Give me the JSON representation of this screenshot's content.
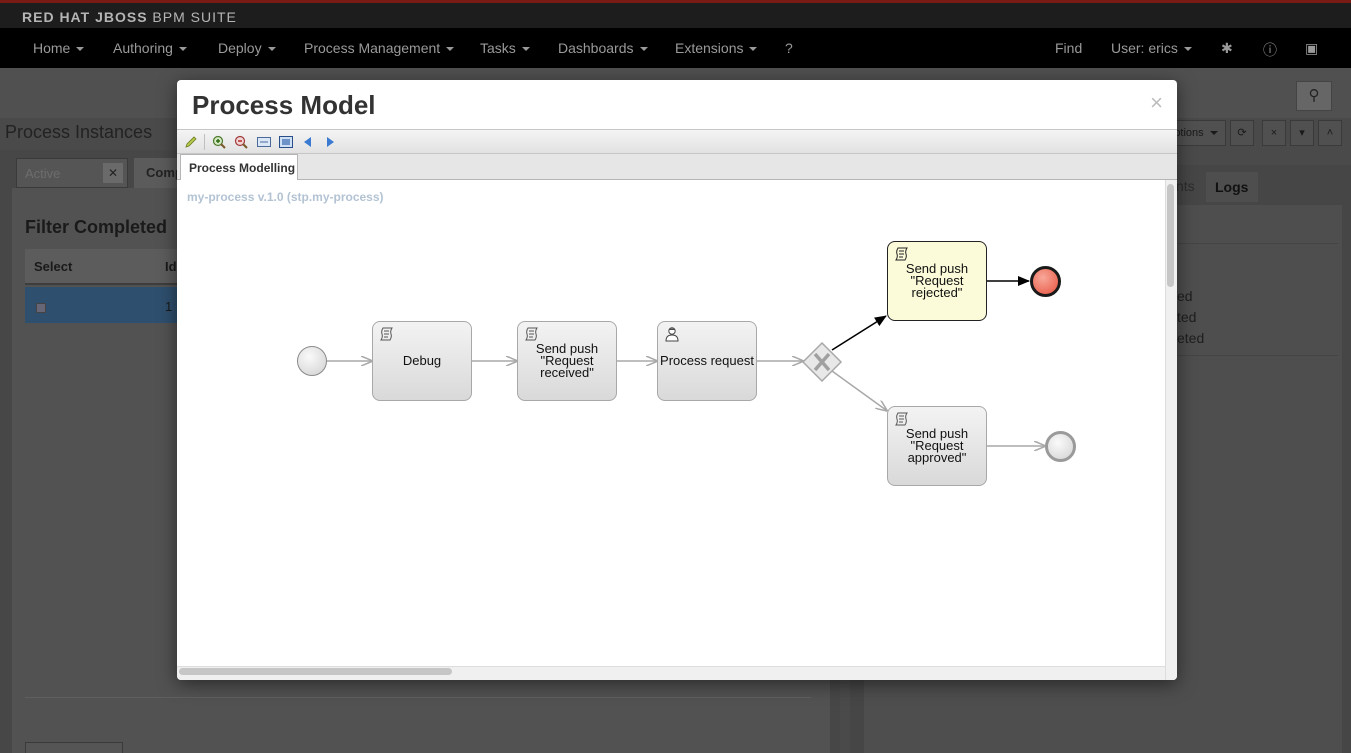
{
  "app": {
    "brand_strong": "RED HAT JBOSS",
    "brand_light": " BPM SUITE"
  },
  "nav": {
    "items": [
      {
        "label": "Home"
      },
      {
        "label": "Authoring"
      },
      {
        "label": "Deploy"
      },
      {
        "label": "Process Management"
      },
      {
        "label": "Tasks"
      },
      {
        "label": "Dashboards"
      },
      {
        "label": "Extensions"
      }
    ],
    "find_label": "Find",
    "user_label": "User: erics"
  },
  "page": {
    "title": "Process Instances",
    "tabs": {
      "active": "Active",
      "completed": "Comp"
    },
    "filter_title": "Filter Completed",
    "table_headers": {
      "select": "Select",
      "id": "Id"
    },
    "row_id": "1",
    "options_label": "ptions"
  },
  "right_panel": {
    "tab_other": "nts",
    "tab_logs": "Logs",
    "lines": [
      "ed",
      "ted",
      "eted"
    ]
  },
  "modal": {
    "title": "Process Model",
    "close_label": "×",
    "designer_tab": "Process Modelling",
    "canvas_title": "my-process v.1.0 (stp.my-process)"
  },
  "process": {
    "tasks": [
      {
        "id": "debug",
        "label": "Debug",
        "type": "script"
      },
      {
        "id": "push-received",
        "label": "Send push\n\"Request\nreceived\"",
        "type": "script"
      },
      {
        "id": "process-request",
        "label": "Process request",
        "type": "user"
      },
      {
        "id": "push-rejected",
        "label": "Send push\n\"Request\nrejected\"",
        "type": "script",
        "selected": true
      },
      {
        "id": "push-approved",
        "label": "Send push\n\"Request\napproved\"",
        "type": "script"
      }
    ],
    "gateway": "exclusive",
    "colors": {
      "end_error": "#e8523f",
      "selected_fill": "#fbfbd9",
      "flow": "#a8a8a8",
      "flow_selected": "#000000"
    }
  }
}
